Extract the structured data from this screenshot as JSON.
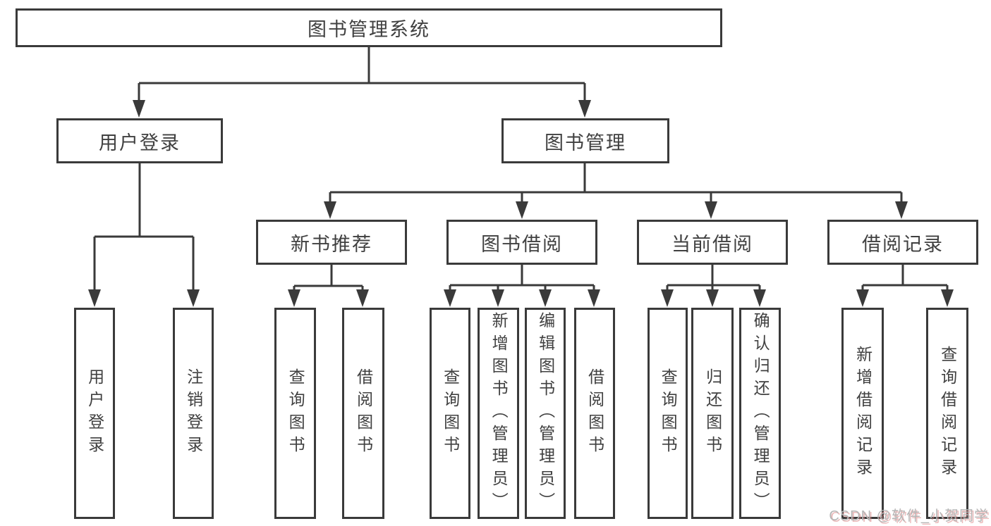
{
  "nodes": {
    "root": {
      "label": "图书管理系统"
    },
    "user_login": {
      "label": "用户登录"
    },
    "book_mgmt": {
      "label": "图书管理"
    },
    "new_book_rec": {
      "label": "新书推荐"
    },
    "book_borrow": {
      "label": "图书借阅"
    },
    "current_borrow": {
      "label": "当前借阅"
    },
    "borrow_records": {
      "label": "借阅记录"
    },
    "leaf_user_login": {
      "label": "用户登录"
    },
    "leaf_logout": {
      "label": "注销登录"
    },
    "leaf_newrec_query_book": {
      "label": "查询图书"
    },
    "leaf_newrec_borrow_book": {
      "label": "借阅图书"
    },
    "leaf_borrow_query_book": {
      "label": "查询图书"
    },
    "leaf_borrow_add_book": {
      "label": "新增图书（管理员）"
    },
    "leaf_borrow_edit_book": {
      "label": "编辑图书（管理员）"
    },
    "leaf_borrow_borrow_book": {
      "label": "借阅图书"
    },
    "leaf_current_query_book": {
      "label": "查询图书"
    },
    "leaf_current_return_book": {
      "label": "归还图书"
    },
    "leaf_current_confirm_return": {
      "label": "确认归还（管理员）"
    },
    "leaf_records_add_record": {
      "label": "新增借阅记录"
    },
    "leaf_records_query_record": {
      "label": "查询借阅记录"
    }
  },
  "edges": [
    {
      "from": "图书管理系统",
      "to": "用户登录"
    },
    {
      "from": "图书管理系统",
      "to": "图书管理"
    },
    {
      "from": "用户登录",
      "to": "用户登录"
    },
    {
      "from": "用户登录",
      "to": "注销登录"
    },
    {
      "from": "图书管理",
      "to": "新书推荐"
    },
    {
      "from": "图书管理",
      "to": "图书借阅"
    },
    {
      "from": "图书管理",
      "to": "当前借阅"
    },
    {
      "from": "图书管理",
      "to": "借阅记录"
    },
    {
      "from": "新书推荐",
      "to": "查询图书"
    },
    {
      "from": "新书推荐",
      "to": "借阅图书"
    },
    {
      "from": "图书借阅",
      "to": "查询图书"
    },
    {
      "from": "图书借阅",
      "to": "新增图书（管理员）"
    },
    {
      "from": "图书借阅",
      "to": "编辑图书（管理员）"
    },
    {
      "from": "图书借阅",
      "to": "借阅图书"
    },
    {
      "from": "当前借阅",
      "to": "查询图书"
    },
    {
      "from": "当前借阅",
      "to": "归还图书"
    },
    {
      "from": "当前借阅",
      "to": "确认归还（管理员）"
    },
    {
      "from": "借阅记录",
      "to": "新增借阅记录"
    },
    {
      "from": "借阅记录",
      "to": "查询借阅记录"
    }
  ],
  "watermark": {
    "text": "CSDN @软件_小贺同学"
  },
  "colors": {
    "line": "#3a3a3a",
    "text": "#404040",
    "background": "#ffffff",
    "watermark": "#b6b6b6",
    "watermark_shadow": "#db8282"
  }
}
